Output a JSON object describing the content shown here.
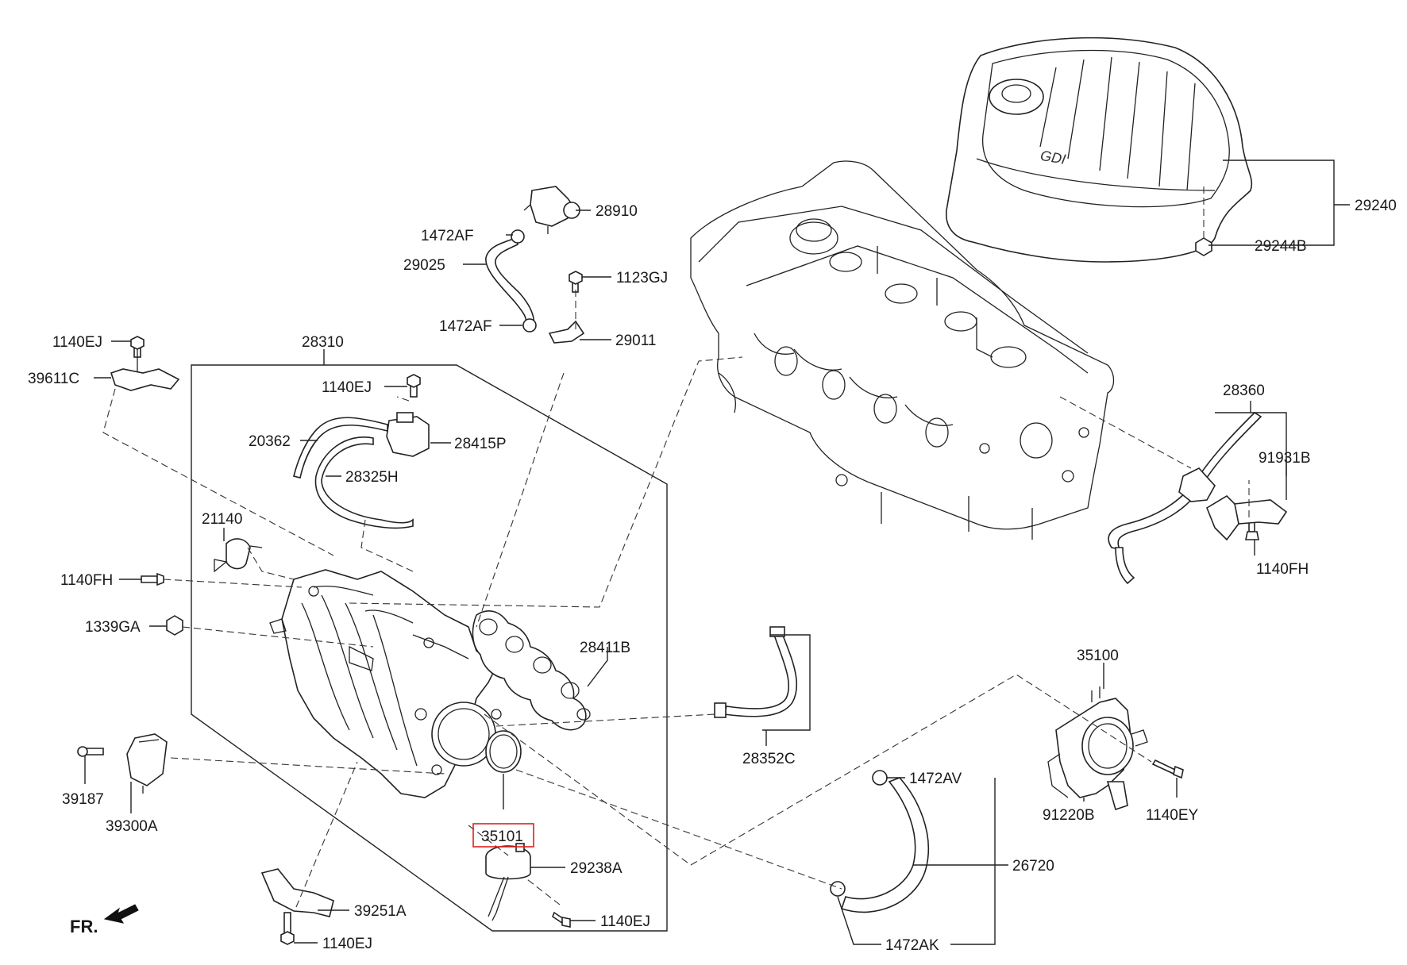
{
  "diagram": {
    "labels": {
      "p29240": "29240",
      "p29244B": "29244B",
      "p28910": "28910",
      "p1472AF_top": "1472AF",
      "p29025": "29025",
      "p1123GJ": "1123GJ",
      "p1472AF_low": "1472AF",
      "p29011": "29011",
      "p1140EJ_a": "1140EJ",
      "p39611C": "39611C",
      "p28310": "28310",
      "p1140EJ_b": "1140EJ",
      "p20362": "20362",
      "p28415P": "28415P",
      "p28325H": "28325H",
      "p21140": "21140",
      "p1140FH_left": "1140FH",
      "p1339GA": "1339GA",
      "p28411B": "28411B",
      "p39187": "39187",
      "p39300A": "39300A",
      "p35101": "35101",
      "p29238A": "29238A",
      "p1140EJ_c": "1140EJ",
      "p39251A": "39251A",
      "p1140EJ_d": "1140EJ",
      "p28352C": "28352C",
      "p28360": "28360",
      "p91931B": "91931B",
      "p1140FH_right": "1140FH",
      "p35100": "35100",
      "p91220B": "91220B",
      "p1140EY": "1140EY",
      "p1472AV": "1472AV",
      "p26720": "26720",
      "p1472AK": "1472AK",
      "fr": "FR.",
      "cover_logo": "GDI"
    },
    "highlighted_part": "35101",
    "highlight_color": "#e02020"
  }
}
